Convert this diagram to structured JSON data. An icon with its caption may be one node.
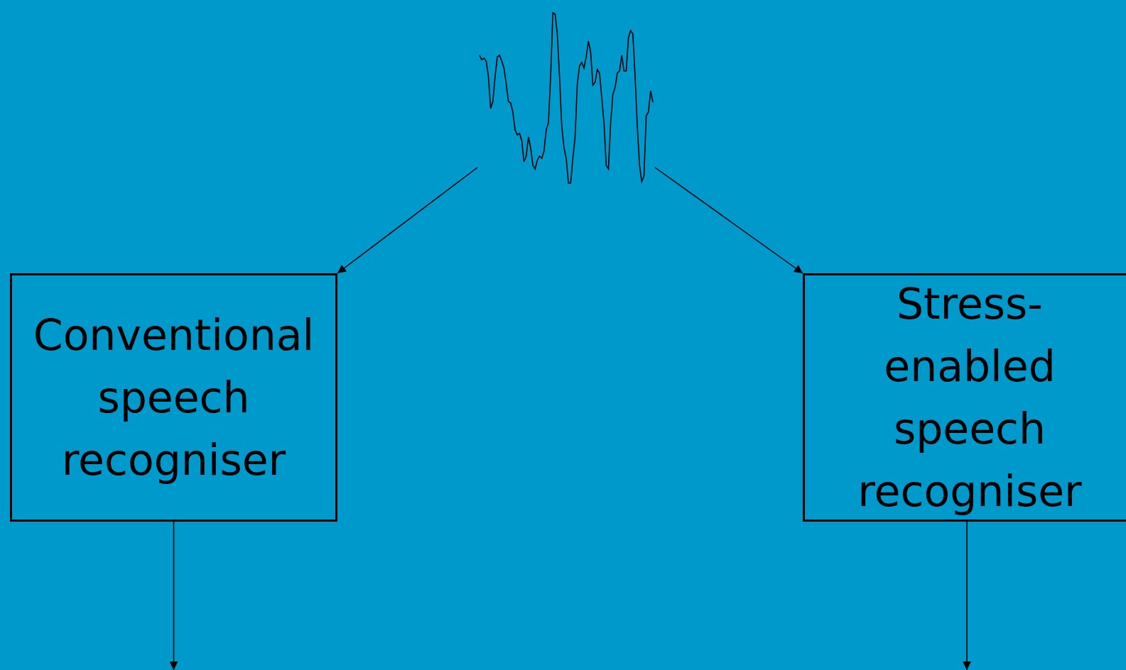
{
  "diagram": {
    "nodes": [
      {
        "text": [],
        "shape": "picture"
      },
      {
        "text": [
          "Conventional speech recogniser"
        ]
      },
      {
        "text": [
          "Stress-enabled speech recogniser"
        ]
      }
    ],
    "edges": [
      {
        "from": 0,
        "to": 1,
        "arrow": "to"
      },
      {
        "from": 0,
        "to": 2,
        "arrow": "to"
      },
      {
        "from": 1,
        "to": null,
        "arrow": "to"
      },
      {
        "from": 2,
        "to": null,
        "arrow": "to"
      }
    ]
  }
}
